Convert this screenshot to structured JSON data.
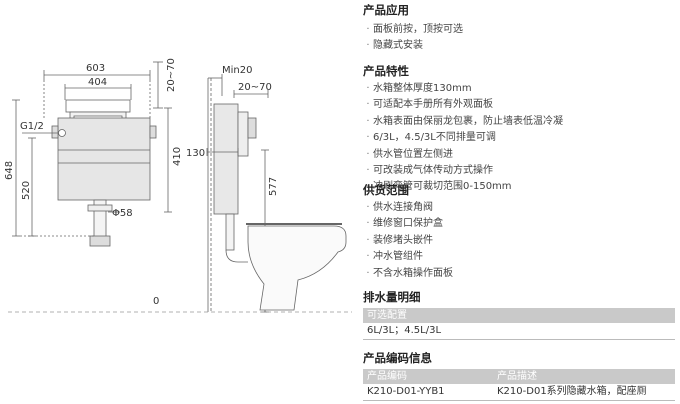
{
  "drawing": {
    "front": {
      "width_total": "603",
      "width_inner": "404",
      "height_top": "20~70",
      "thread_label": "G1/2",
      "height_648": "648",
      "height_520": "520",
      "height_410": "410",
      "pipe_diameter": "Φ58",
      "floor_zero": "0"
    },
    "side": {
      "min_depth": "Min20",
      "wall_offset": "20~70",
      "depth_130": "130",
      "height_577": "577"
    }
  },
  "sections": {
    "application": {
      "title": "产品应用",
      "items": [
        "面板前按，顶按可选",
        "隐藏式安装"
      ]
    },
    "features": {
      "title": "产品特性",
      "items": [
        "水箱整体厚度130mm",
        "可适配本手册所有外观面板",
        "水箱表面由保丽龙包裹，防止墙表低温冷凝",
        "6/3L，4.5/3L不同排量可调",
        "供水管位置左侧进",
        "可改装成气体传动方式操作",
        "冲刷弯管可裁切范围0-150mm"
      ]
    },
    "supply": {
      "title": "供货范围",
      "items": [
        "供水连接角阀",
        "维修窗口保护盒",
        "装修堵头嵌件",
        "冲水管组件",
        "不含水箱操作面板"
      ]
    },
    "flush": {
      "title": "排水量明细",
      "header": "可选配置",
      "value": "6L/3L；4.5L/3L"
    },
    "code": {
      "title": "产品编码信息",
      "header_code": "产品编码",
      "header_desc": "产品描述",
      "code_value": "K210-D01-YYB1",
      "desc_value": "K210-D01系列隐藏水箱，配座厕"
    }
  }
}
